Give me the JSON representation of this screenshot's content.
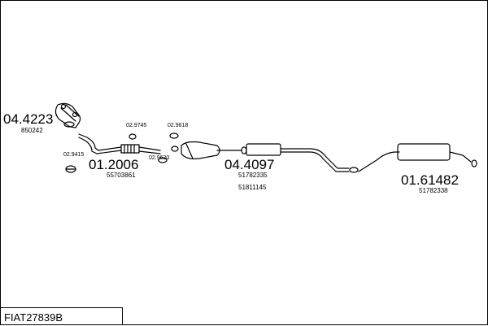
{
  "catalog_code": "FIAT27839B",
  "parts": {
    "p1": {
      "ref": "04.4223",
      "oe": "850242"
    },
    "p2": {
      "ref": "01.2006",
      "oe": "55703861"
    },
    "p3": {
      "ref": "04.4097",
      "oe": [
        "51782335",
        "51811145"
      ]
    },
    "p4": {
      "ref": "01.61482",
      "oe": "51782338"
    },
    "c1": {
      "ref": "02.9745"
    },
    "c2": {
      "ref": "02.9618"
    },
    "c3": {
      "ref": "02.9415"
    },
    "c4": {
      "ref": "02.9620"
    }
  }
}
